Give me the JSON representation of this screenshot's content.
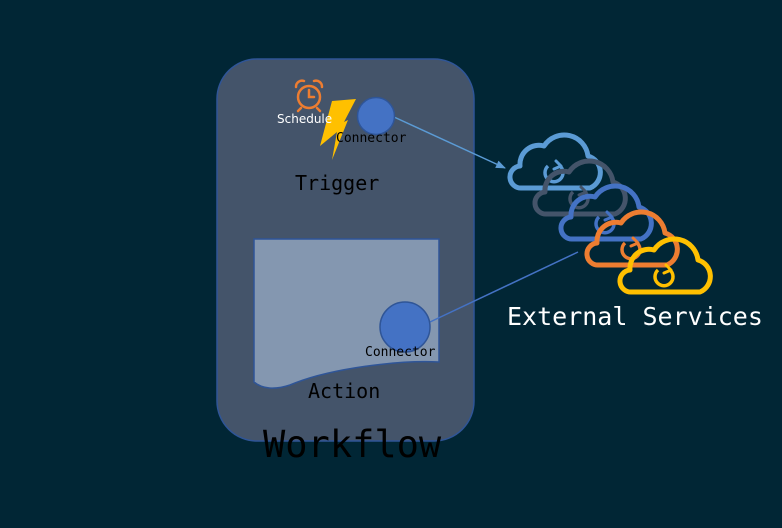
{
  "diagram": {
    "workflow_label": "Workflow",
    "trigger": {
      "label": "Trigger",
      "schedule_label": "Schedule",
      "connector_label": "Connector",
      "icons": [
        "alarm-clock-icon",
        "lightning-bolt-icon"
      ]
    },
    "action": {
      "label": "Action",
      "connector_label": "Connector"
    },
    "external_services": {
      "label": "External Services",
      "cloud_colors": [
        "#4a8fd4",
        "#44546a",
        "#4472c4",
        "#ed7d31",
        "#ffc000"
      ]
    },
    "colors": {
      "background": "#012635",
      "workflow_box": "#44546a",
      "action_box": "#8497b0",
      "connector": "#4472c4",
      "bolt": "#ffc000",
      "clock": "#ed7d31"
    }
  }
}
